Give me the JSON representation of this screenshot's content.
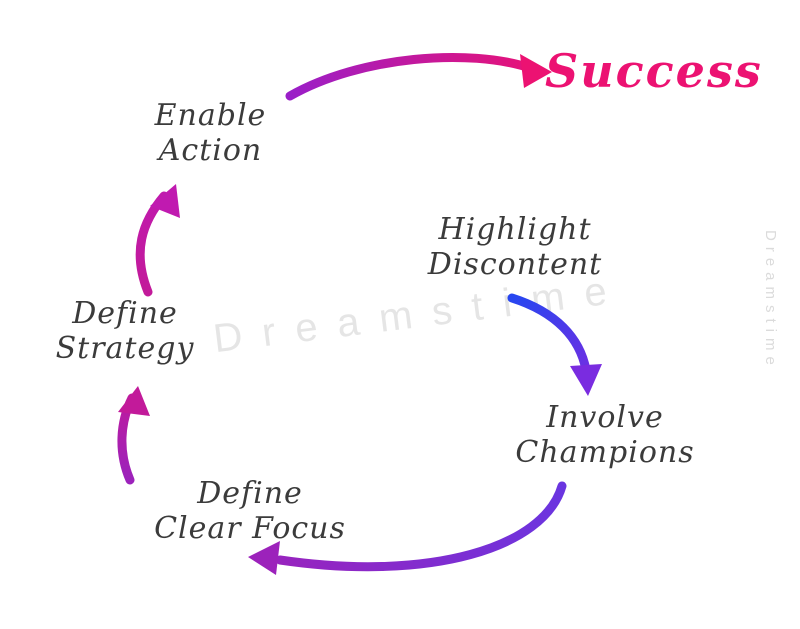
{
  "diagram": {
    "type": "cycle-flow",
    "title": "Success",
    "nodes": {
      "success": {
        "label": "Success"
      },
      "enable_action": {
        "label": "Enable\nAction"
      },
      "highlight_discontent": {
        "label": "Highlight\nDiscontent"
      },
      "define_strategy": {
        "label": "Define\nStrategy"
      },
      "involve_champions": {
        "label": "Involve\nChampions"
      },
      "define_clear_focus": {
        "label": "Define\nClear Focus"
      }
    },
    "arrows": [
      {
        "from": "Enable Action",
        "to": "Success",
        "colors": [
          "#9a1fc8",
          "#ec1272"
        ]
      },
      {
        "from": "Highlight Discontent",
        "to": "Involve Champions",
        "colors": [
          "#2746f0",
          "#7a2ce0"
        ]
      },
      {
        "from": "Involve Champions",
        "to": "Define Clear Focus",
        "colors": [
          "#6a35e0",
          "#9c22bb"
        ]
      },
      {
        "from": "Define Clear Focus",
        "to": "Define Strategy",
        "colors": [
          "#9c22bb",
          "#c21a9a"
        ]
      },
      {
        "from": "Define Strategy",
        "to": "Enable Action",
        "colors": [
          "#c21a9a",
          "#c01ab0"
        ]
      }
    ],
    "colors": {
      "success_text": "#ec1272",
      "node_text": "#3b3b3b",
      "background": "#ffffff"
    }
  },
  "watermark": {
    "diagonal": "Dreamstime",
    "vertical": "Dreamstime"
  }
}
